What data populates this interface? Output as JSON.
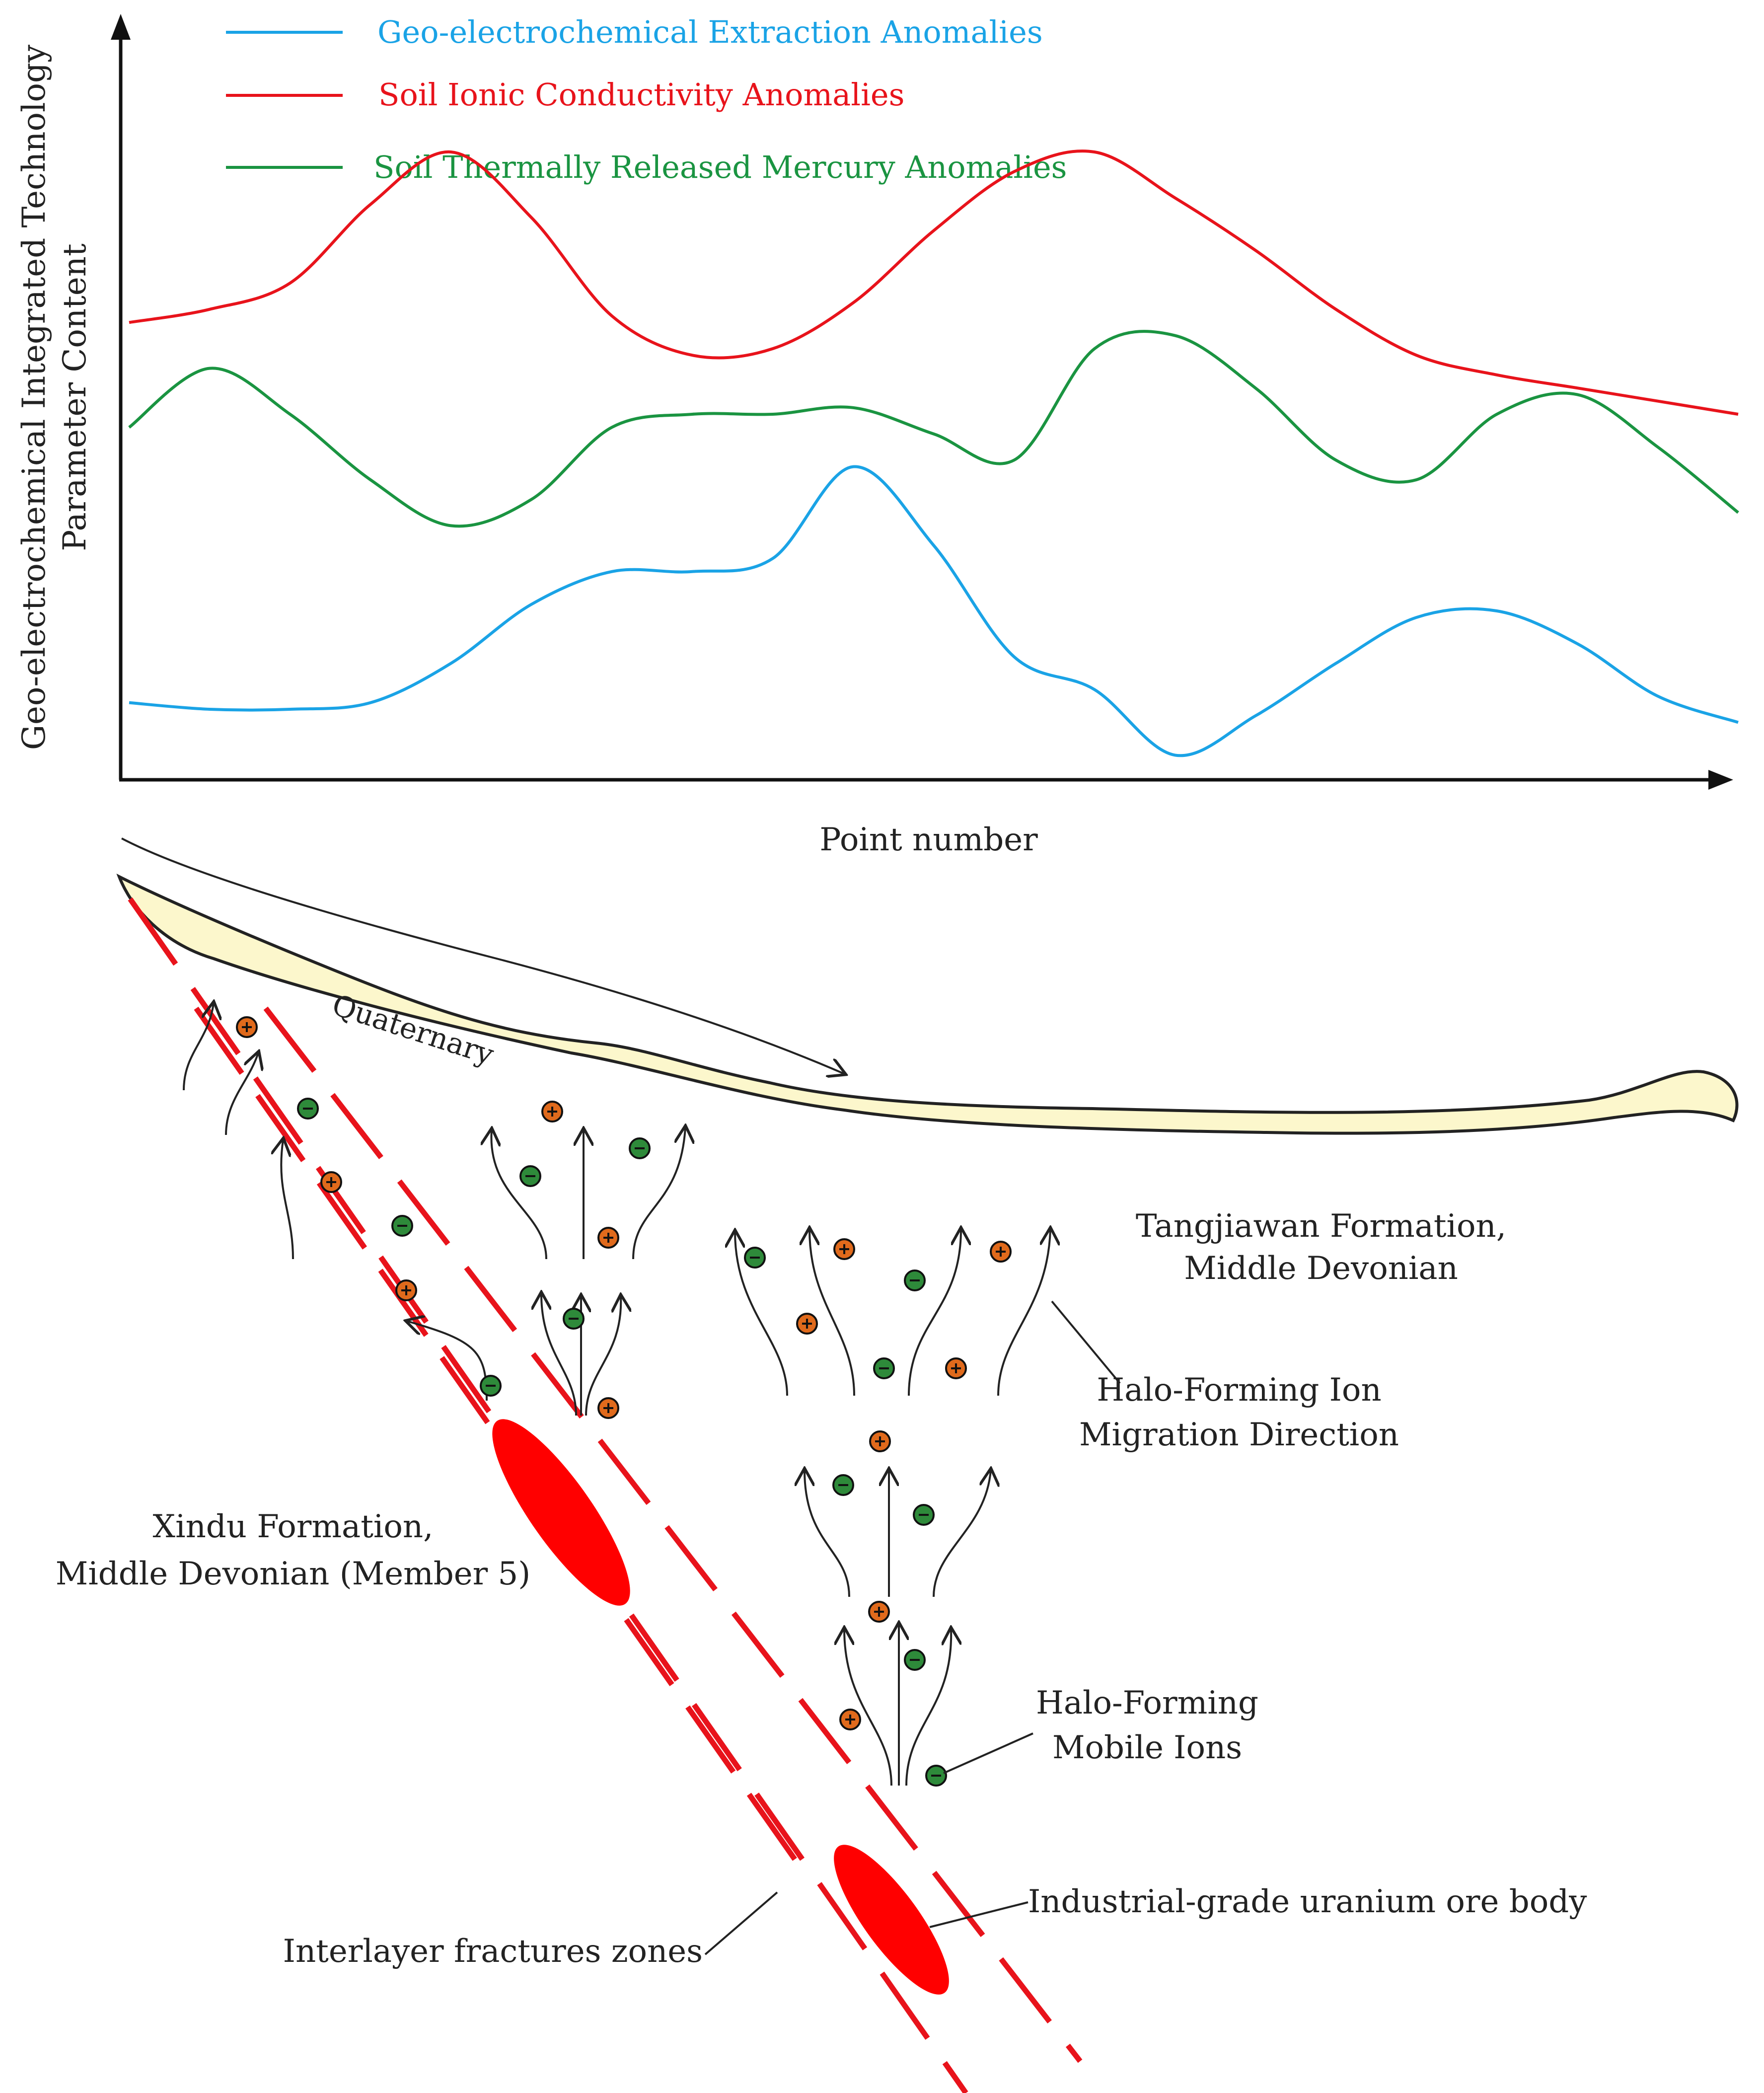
{
  "chart": {
    "ylabel_line1": "Geo-electrochemical Integrated Technology",
    "ylabel_line2": "Parameter Content",
    "xlabel": "Point number",
    "legend": [
      {
        "label": "Geo-electrochemical Extraction Anomalies",
        "color": "#1aa3e6"
      },
      {
        "label": "Soil Ionic Conductivity Anomalies",
        "color": "#e8131b"
      },
      {
        "label": "Soil Thermally Released Mercury Anomalies",
        "color": "#1a9441"
      }
    ]
  },
  "chart_data": {
    "type": "line",
    "title": "",
    "xlabel": "Point number",
    "ylabel": "Geo-electrochemical Integrated Technology Parameter Content",
    "grid": false,
    "legend_position": "top-left",
    "x": [
      0,
      0.05,
      0.1,
      0.15,
      0.2,
      0.25,
      0.3,
      0.35,
      0.4,
      0.45,
      0.5,
      0.55,
      0.6,
      0.65,
      0.7,
      0.75,
      0.8,
      0.85,
      0.9,
      0.95,
      1.0
    ],
    "series": [
      {
        "name": "Soil Ionic Conductivity Anomalies",
        "color": "#e8131b",
        "values": [
          69,
          71,
          75,
          87,
          95,
          85,
          70,
          64,
          65,
          72,
          83,
          92,
          95,
          88,
          80,
          71,
          64,
          61,
          59,
          57,
          55
        ]
      },
      {
        "name": "Soil Thermally Released Mercury Anomalies",
        "color": "#1a9441",
        "values": [
          53,
          62,
          55,
          45,
          38,
          42,
          53,
          55,
          55,
          56,
          52,
          48,
          65,
          67,
          59,
          48,
          45,
          55,
          58,
          50,
          40
        ]
      },
      {
        "name": "Geo-electrochemical Extraction Anomalies",
        "color": "#1aa3e6",
        "values": [
          11,
          10,
          10,
          11,
          17,
          26,
          31,
          31,
          33,
          47,
          35,
          18,
          13,
          3,
          9,
          17,
          24,
          25,
          20,
          12,
          8
        ]
      }
    ]
  },
  "diagram": {
    "quaternary": "Quaternary",
    "tangjiawan_line1": "Tangjiawan Formation,",
    "tangjiawan_line2": "Middle Devonian",
    "halo_direction_line1": "Halo-Forming Ion",
    "halo_direction_line2": "Migration Direction",
    "xindu_line1": "Xindu Formation,",
    "xindu_line2": "Middle Devonian (Member 5)",
    "mobile_ions_line1": "Halo-Forming",
    "mobile_ions_line2": "Mobile Ions",
    "ore_body": "Industrial-grade uranium ore body",
    "fracture_zones": "Interlayer fractures zones",
    "colors": {
      "quaternary_fill": "#fcf7cc",
      "fracture": "#e8131b",
      "ore": "#ff0000",
      "cation": "#e06a1c",
      "anion": "#2e8a3a"
    }
  }
}
